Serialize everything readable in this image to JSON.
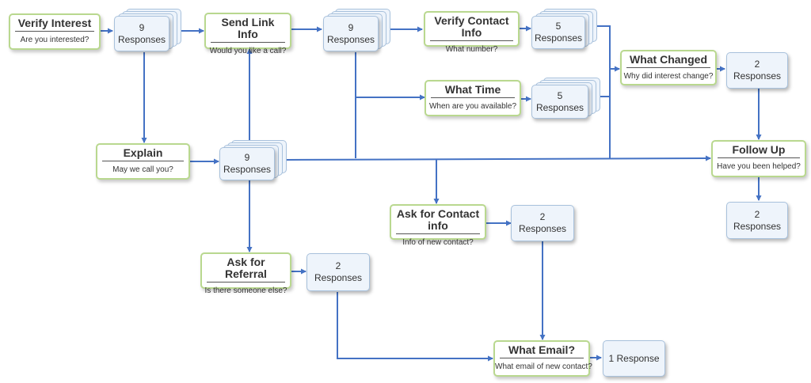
{
  "diagram": {
    "line_color": "#4472c4",
    "question_border_color": "#b9d88f",
    "response_fill_color": "#eef4fb",
    "questions": {
      "verify_interest": {
        "title": "Verify Interest",
        "subtitle": "Are you interested?"
      },
      "send_link_info": {
        "title": "Send Link Info",
        "subtitle": "Would you like a call?"
      },
      "verify_contact_info": {
        "title": "Verify Contact Info",
        "subtitle": "What number?"
      },
      "what_time": {
        "title": "What Time",
        "subtitle": "When are you available?"
      },
      "what_changed": {
        "title": "What Changed",
        "subtitle": "Why did interest change?"
      },
      "explain": {
        "title": "Explain",
        "subtitle": "May we call you?"
      },
      "follow_up": {
        "title": "Follow Up",
        "subtitle": "Have you been helped?"
      },
      "ask_contact_info": {
        "title": "Ask for Contact info",
        "subtitle": "Info of new contact?"
      },
      "ask_referral": {
        "title": "Ask for Referral",
        "subtitle": "Is there someone else?"
      },
      "what_email": {
        "title": "What Email?",
        "subtitle": "What email of new contact?"
      }
    },
    "responses": {
      "r1": {
        "count": "9",
        "label": "Responses"
      },
      "r2": {
        "count": "9",
        "label": "Responses"
      },
      "r3": {
        "count": "5",
        "label": "Responses"
      },
      "r4": {
        "count": "5",
        "label": "Responses"
      },
      "r5": {
        "count": "2",
        "label": "Responses"
      },
      "r6": {
        "count": "9",
        "label": "Responses"
      },
      "r7": {
        "count": "2",
        "label": "Responses"
      },
      "r8": {
        "count": "2",
        "label": "Responses"
      },
      "r9": {
        "count": "2",
        "label": "Responses"
      },
      "r10": {
        "count": "",
        "label": "1 Response"
      }
    }
  }
}
